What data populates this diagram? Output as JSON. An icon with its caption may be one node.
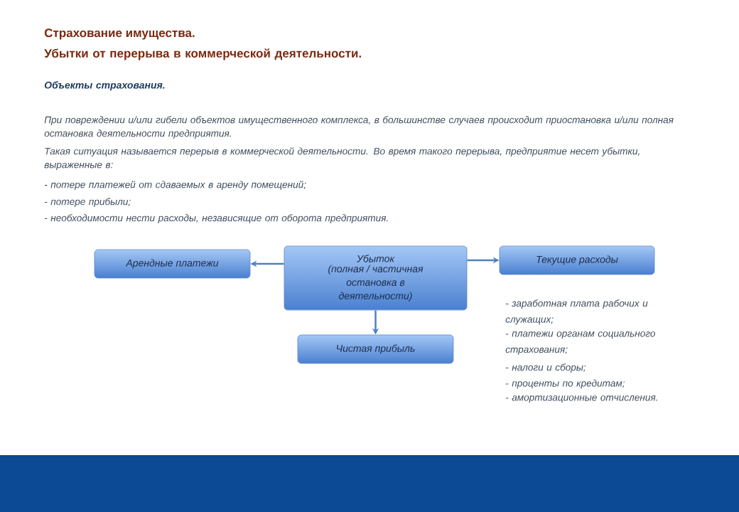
{
  "diagram": {
    "title": "Страхование имущества.",
    "nodes": [
      {
        "text": [
          "Арендные платежи"
        ]
      },
      {
        "text": [
          "Убыток",
          "(полная / частичная остановка в деятельности)"
        ]
      },
      {
        "text": [
          "Текущие расходы"
        ],
        "beside": [
          "- заработная плата рабочих и служащих;",
          "- платежи органам социального страхования;",
          "- налоги и сборы;",
          "- проценты по кредитам;",
          "- амортизационные отчисления."
        ]
      },
      {
        "text": [
          "Чистая прибыль"
        ]
      }
    ],
    "edges": [
      {
        "from": 1,
        "to": 0,
        "arrow": "to"
      },
      {
        "from": 1,
        "to": 2,
        "arrow": "to"
      },
      {
        "from": 1,
        "to": 3,
        "arrow": "to"
      }
    ],
    "labels": [
      "Убытки от перерыва в коммерческой деятельности.",
      "Объекты страхования.",
      "При повреждении и/или гибели объектов имущественного комплекса, в большинстве случаев происходит приостановка и/или полная остановка деятельности предприятия.",
      "Такая ситуация называется перерыв в коммерческой деятельности. Во время такого перерыва, предприятие несет убытки, выраженные в:",
      "- потере платежей от сдаваемых в аренду помещений;",
      "- потере прибыли;",
      "- необходимости нести расходы, независящие от оборота предприятия."
    ]
  }
}
